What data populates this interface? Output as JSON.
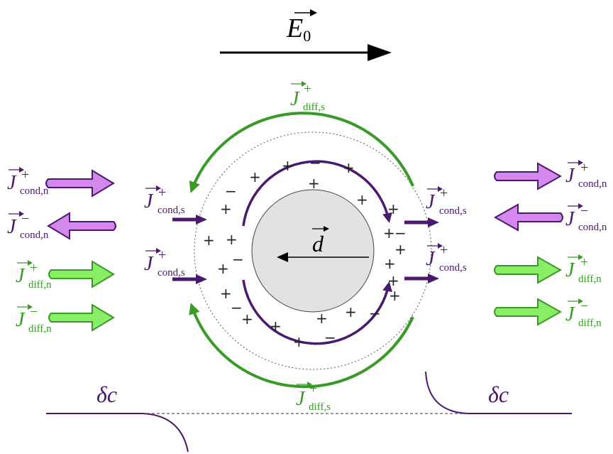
{
  "figure": {
    "field": {
      "symbol": "E",
      "sub": "0"
    },
    "dipole": {
      "symbol": "d"
    },
    "labels": {
      "diff_s_top": {
        "symbol": "J",
        "sup": "+",
        "sub": "diff,s"
      },
      "diff_s_bottom": {
        "symbol": "J",
        "sup": "+",
        "sub": "diff,s"
      },
      "cond_s_left_upper": {
        "symbol": "J",
        "sup": "+",
        "sub": "cond,s"
      },
      "cond_s_left_lower": {
        "symbol": "J",
        "sup": "+",
        "sub": "cond,s"
      },
      "cond_s_right_upper": {
        "symbol": "J",
        "sup": "+",
        "sub": "cond,s"
      },
      "cond_s_right_lower": {
        "symbol": "J",
        "sup": "+",
        "sub": "cond,s"
      },
      "left_cond_plus": {
        "symbol": "J",
        "sup": "+",
        "sub": "cond,n"
      },
      "left_cond_minus": {
        "symbol": "J",
        "sup": "−",
        "sub": "cond,n"
      },
      "left_diff_plus": {
        "symbol": "J",
        "sup": "+",
        "sub": "diff,n"
      },
      "left_diff_minus": {
        "symbol": "J",
        "sup": "−",
        "sub": "diff,n"
      },
      "right_cond_plus": {
        "symbol": "J",
        "sup": "+",
        "sub": "cond,n"
      },
      "right_cond_minus": {
        "symbol": "J",
        "sup": "−",
        "sub": "cond,n"
      },
      "right_diff_plus": {
        "symbol": "J",
        "sup": "+",
        "sub": "diff,n"
      },
      "right_diff_minus": {
        "symbol": "J",
        "sup": "−",
        "sub": "diff,n"
      }
    },
    "delta_c_left": "δc",
    "delta_c_right": "δc",
    "charge_plus": "+",
    "charge_minus": "−"
  },
  "colors": {
    "green": "#3a9a28",
    "green_fill": "#88ee66",
    "purple": "#4a1a6e",
    "violet_fill": "#d488ee",
    "particle": "#e2e2e2",
    "black": "#000000"
  }
}
